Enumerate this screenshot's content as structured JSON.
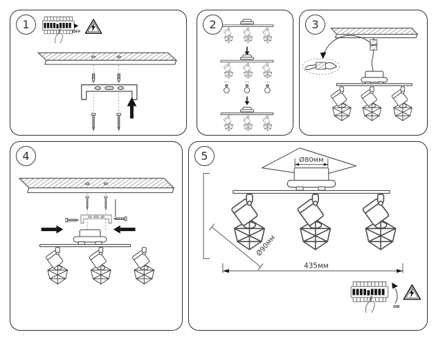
{
  "colors": {
    "line": "#4a4a4a",
    "dark": "#161616",
    "panel_border": "#2d2d2d",
    "background": "#ffffff"
  },
  "panels": {
    "step1": {
      "number": "1",
      "breaker_label": "OFF"
    },
    "step2": {
      "number": "2",
      "socket_labels": [
        "E14",
        "E14",
        "E14"
      ]
    },
    "step3": {
      "number": "3"
    },
    "step4": {
      "number": "4"
    },
    "step5": {
      "number": "5",
      "canopy_diameter": "Ø80мм",
      "shade_diameter": "Ø90мм",
      "overall_width": "435мм",
      "breaker_label": "ON"
    }
  }
}
